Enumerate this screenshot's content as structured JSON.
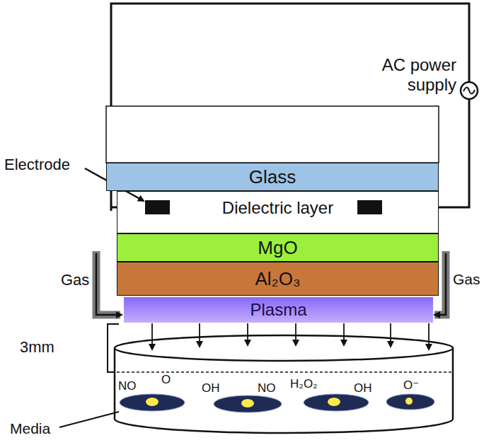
{
  "diagram": {
    "nodes": [
      {
        "text": [
          "Glass"
        ]
      },
      {
        "text": [
          "Dielectric layer"
        ]
      },
      {
        "text": [
          "MgO"
        ]
      },
      {
        "text": [
          "Al₂O₃"
        ]
      },
      {
        "text": [
          "Plasma"
        ]
      }
    ],
    "labels": [
      "AC power supply",
      "Electrode",
      "Gas",
      "Gas",
      "3mm",
      "NO",
      "O",
      "OH",
      "NO",
      "H₂O₂",
      "OH",
      "O⁻",
      "Media"
    ]
  }
}
